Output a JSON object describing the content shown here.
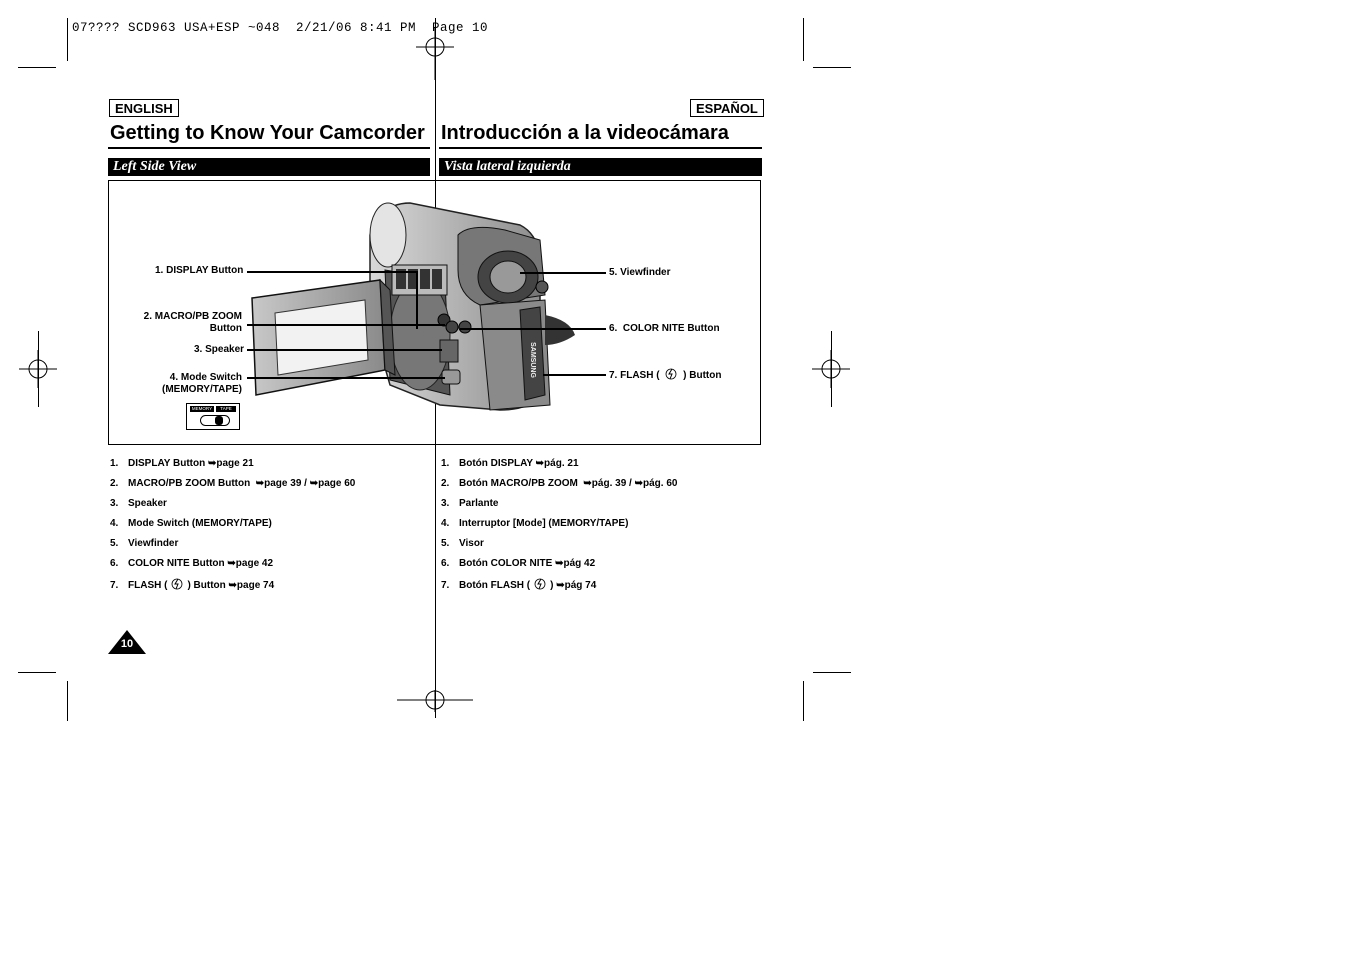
{
  "print_header": "07???? SCD963 USA+ESP ~048  2/21/06 8:41 PM  Page 10",
  "english": {
    "lang_label": "ENGLISH",
    "title": "Getting to Know Your Camcorder",
    "section": "Left Side View",
    "items": [
      {
        "num": "1.",
        "text": "DISPLAY Button ➥page 21"
      },
      {
        "num": "2.",
        "text": "MACRO/PB ZOOM Button  ➥page 39 / ➥page 60"
      },
      {
        "num": "3.",
        "text": "Speaker"
      },
      {
        "num": "4.",
        "text": "Mode Switch (MEMORY/TAPE)"
      },
      {
        "num": "5.",
        "text": "Viewfinder"
      },
      {
        "num": "6.",
        "text": "COLOR NITE Button ➥page 42"
      },
      {
        "num": "7.",
        "text": "FLASH (",
        "text2": ") Button ➥page 74"
      }
    ]
  },
  "spanish": {
    "lang_label": "ESPAÑOL",
    "title": "Introducción a la videocámara",
    "section": "Vista lateral izquierda",
    "items": [
      {
        "num": "1.",
        "text": "Botón DISPLAY ➥pág. 21"
      },
      {
        "num": "2.",
        "text": "Botón MACRO/PB ZOOM  ➥pág. 39 / ➥pág. 60"
      },
      {
        "num": "3.",
        "text": "Parlante"
      },
      {
        "num": "4.",
        "text": "Interruptor [Mode] (MEMORY/TAPE)"
      },
      {
        "num": "5.",
        "text": "Visor"
      },
      {
        "num": "6.",
        "text": "Botón COLOR NITE ➥pág 42"
      },
      {
        "num": "7.",
        "text": "Botón FLASH (",
        "text2": ") ➥pág 74"
      }
    ]
  },
  "figure": {
    "callouts": {
      "c1": "1. DISPLAY Button",
      "c2a": "2. MACRO/PB ZOOM",
      "c2b": "Button",
      "c3": "3. Speaker",
      "c4a": "4. Mode Switch",
      "c4b": "(MEMORY/TAPE)",
      "c5": "5. Viewfinder",
      "c6": "6.  COLOR NITE Button",
      "c7a": "7. FLASH (",
      "c7b": ") Button"
    },
    "switch_labels": {
      "memory": "MEMORY",
      "tape": "TAPE"
    },
    "brand": "SAMSUNG",
    "flash_icon": "flash-lightning-icon"
  },
  "page_number": "10"
}
